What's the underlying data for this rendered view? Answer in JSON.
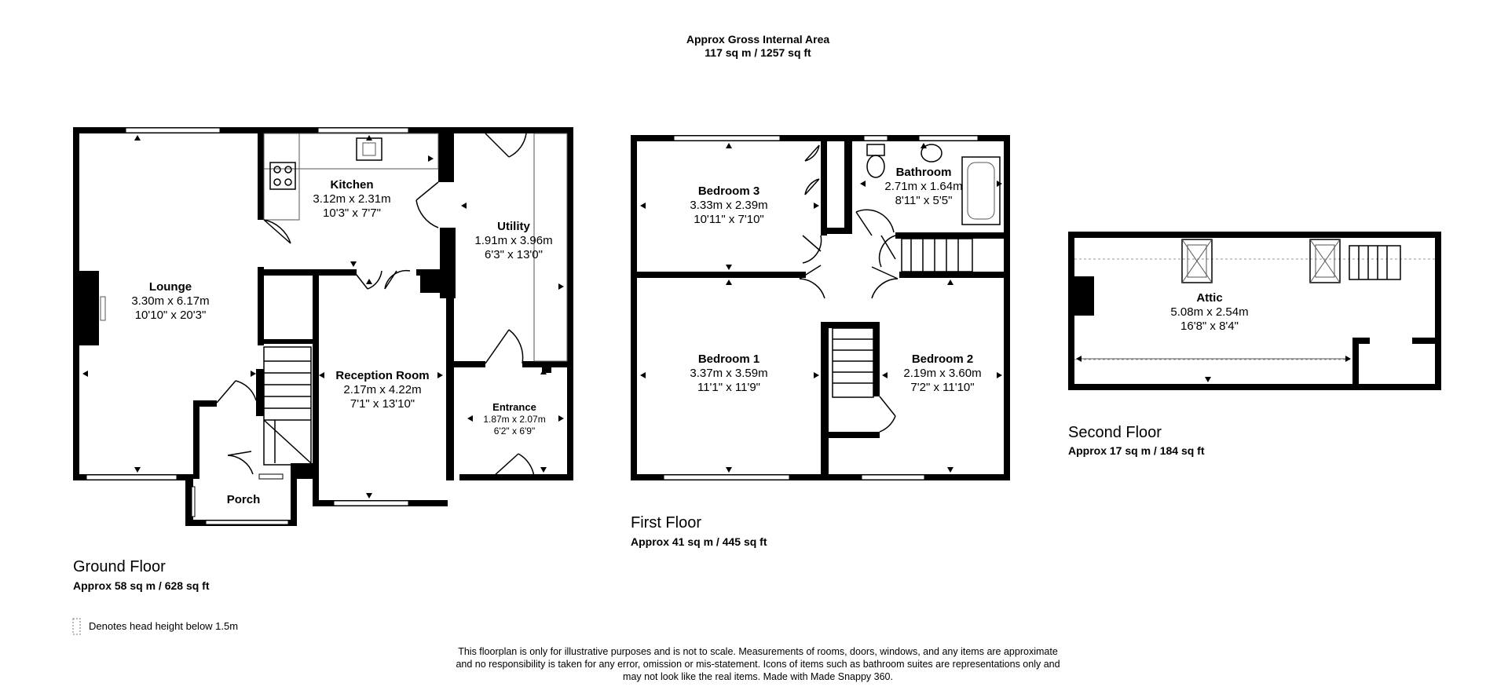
{
  "header": {
    "title": "Approx Gross Internal Area",
    "area": "117 sq m / 1257 sq ft"
  },
  "floors": {
    "ground": {
      "title": "Ground Floor",
      "area": "Approx 58 sq m / 628 sq ft",
      "rooms": {
        "lounge": {
          "name": "Lounge",
          "metric": "3.30m x 6.17m",
          "imperial": "10'10\" x 20'3\""
        },
        "kitchen": {
          "name": "Kitchen",
          "metric": "3.12m x 2.31m",
          "imperial": "10'3\" x 7'7\""
        },
        "utility": {
          "name": "Utility",
          "metric": "1.91m x 3.96m",
          "imperial": "6'3\" x 13'0\""
        },
        "reception": {
          "name": "Reception Room",
          "metric": "2.17m x 4.22m",
          "imperial": "7'1\" x 13'10\""
        },
        "entrance": {
          "name": "Entrance",
          "metric": "1.87m x 2.07m",
          "imperial": "6'2\" x 6'9\""
        },
        "porch": {
          "name": "Porch"
        }
      }
    },
    "first": {
      "title": "First Floor",
      "area": "Approx 41 sq m / 445 sq ft",
      "rooms": {
        "bedroom3": {
          "name": "Bedroom 3",
          "metric": "3.33m x 2.39m",
          "imperial": "10'11\" x 7'10\""
        },
        "bathroom": {
          "name": "Bathroom",
          "metric": "2.71m x 1.64m",
          "imperial": "8'11\" x 5'5\""
        },
        "bedroom1": {
          "name": "Bedroom 1",
          "metric": "3.37m x 3.59m",
          "imperial": "11'1\" x 11'9\""
        },
        "bedroom2": {
          "name": "Bedroom 2",
          "metric": "2.19m x 3.60m",
          "imperial": "7'2\" x 11'10\""
        }
      }
    },
    "second": {
      "title": "Second Floor",
      "area": "Approx 17 sq m / 184 sq ft",
      "rooms": {
        "attic": {
          "name": "Attic",
          "metric": "5.08m x 2.54m",
          "imperial": "16'8\" x 8'4\""
        }
      }
    }
  },
  "legend": {
    "text": "Denotes head height below 1.5m"
  },
  "disclaimer": {
    "line1": "This floorplan is only for illustrative purposes and is not to scale. Measurements of rooms, doors, windows, and any items are approximate",
    "line2": "and no responsibility is taken for any error, omission or mis-statement. Icons of items such as bathroom suites are representations only and",
    "line3": "may not look like the real items. Made with Made Snappy 360."
  }
}
